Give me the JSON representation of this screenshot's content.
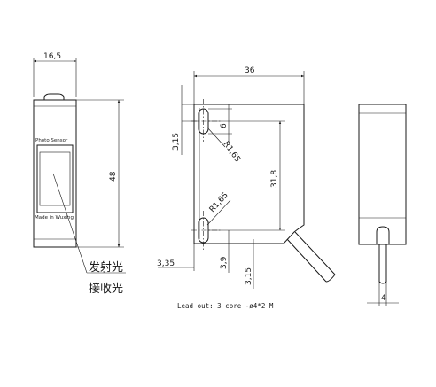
{
  "views": {
    "front": {
      "dim_width": "16,5",
      "dim_height": "48",
      "label_top": "Photo Sensor",
      "label_bottom": "Made in Wuxing"
    },
    "side": {
      "dim_width": "36",
      "dim_hole_offset": "3,15",
      "dim_slot": "6",
      "dim_radius_top": "R1,65",
      "dim_radius_bottom": "R1,65",
      "dim_spacing": "31,8",
      "dim_bottom_left": "3,35",
      "dim_bottom_mid": "3,9",
      "dim_bottom_right": "3,15"
    },
    "end": {
      "dim_cable": "4"
    }
  },
  "callouts": {
    "emitter": "发射光",
    "receiver": "接收光"
  },
  "lead_note": "Lead out: 3 core -ø4*2 M"
}
